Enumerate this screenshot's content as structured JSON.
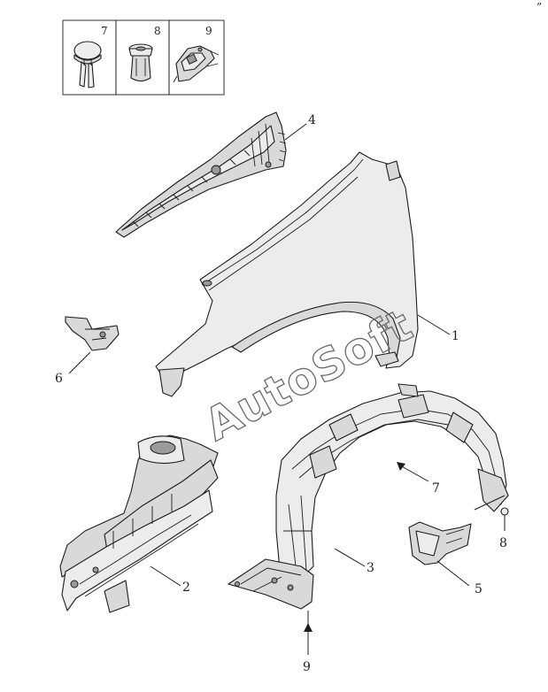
{
  "watermark": "AutoSoft",
  "corner_mark": "”",
  "legend": {
    "cells": [
      {
        "number": "7",
        "icon": "clip-push-rivet-icon"
      },
      {
        "number": "8",
        "icon": "clip-grommet-icon"
      },
      {
        "number": "9",
        "icon": "clip-bracket-fastener-icon"
      }
    ]
  },
  "callouts": [
    {
      "id": "fender",
      "label": "1"
    },
    {
      "id": "apron",
      "label": "2"
    },
    {
      "id": "wheel-liner",
      "label": "3"
    },
    {
      "id": "upper-rail",
      "label": "4"
    },
    {
      "id": "mud-flap",
      "label": "5"
    },
    {
      "id": "bracket",
      "label": "6"
    },
    {
      "id": "clip-7",
      "label": "7"
    },
    {
      "id": "clip-8",
      "label": "8"
    },
    {
      "id": "clip-9",
      "label": "9"
    }
  ]
}
